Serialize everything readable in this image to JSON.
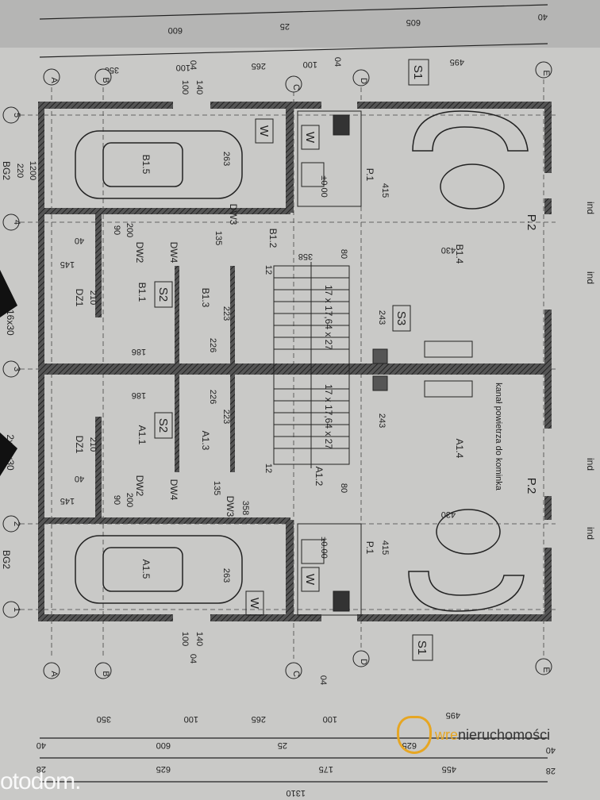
{
  "axes": {
    "columns": [
      "A",
      "B",
      "C",
      "D",
      "E"
    ],
    "rows": [
      "5",
      "4",
      "3",
      "2",
      "1"
    ]
  },
  "dimensions": {
    "top_row1": [
      "600",
      "25",
      "605",
      "40"
    ],
    "top_row2": [
      "350",
      "100",
      "265",
      "100",
      "495"
    ],
    "bottom_row1": [
      "350",
      "100",
      "265",
      "100",
      "495"
    ],
    "bottom_row2": [
      "40",
      "600",
      "25",
      "625",
      "40"
    ],
    "bottom_row3": [
      "28",
      "625",
      "175",
      "455",
      "28"
    ],
    "total": "1310"
  },
  "rooms": {
    "garage_b": "B1.5",
    "garage_a": "A1.5",
    "hall_b": "B1.1",
    "hall_a": "A1.1",
    "bath_b": "B1.3",
    "bath_a": "A1.3",
    "stair_b": "B1.2",
    "stair_a": "A1.2",
    "living_b": "B1.4",
    "living_a": "A1.4"
  },
  "tags": {
    "s1": "S1",
    "s2": "S2",
    "s3": "S3",
    "p1": "P.1",
    "p2": "P.2",
    "w": "W",
    "window_04": "04",
    "win_100": "100",
    "win_140": "140",
    "bg2": "BG2",
    "dz1": "DZ1",
    "dw2": "DW2",
    "dw3": "DW3",
    "dw4": "DW4",
    "stairs_a": "17 x 17,64 x 27",
    "stairs_b": "17 x 17,64 x 27",
    "door_2x16x30": "2x16x30",
    "ind": "ind",
    "kanal": "kanał powietrza do kominka",
    "level": "±0.00",
    "d415": "415",
    "d430": "430",
    "d243": "243",
    "d263": "263",
    "d358": "358",
    "d145": "145",
    "d40": "40",
    "d90": "90",
    "d200": "200",
    "d210": "210",
    "d135": "135",
    "d80": "80",
    "d12": "12",
    "d223": "223",
    "d226": "226",
    "d186": "186",
    "d1200": "1200",
    "d220": "220"
  },
  "watermarks": {
    "otodom": "otodom.",
    "wre_brand": "wre",
    "wre_rest": "nieruchomości"
  },
  "colors": {
    "paper": "#c9c9c7",
    "wall": "#2a2a2a",
    "brand": "#e6a623"
  }
}
